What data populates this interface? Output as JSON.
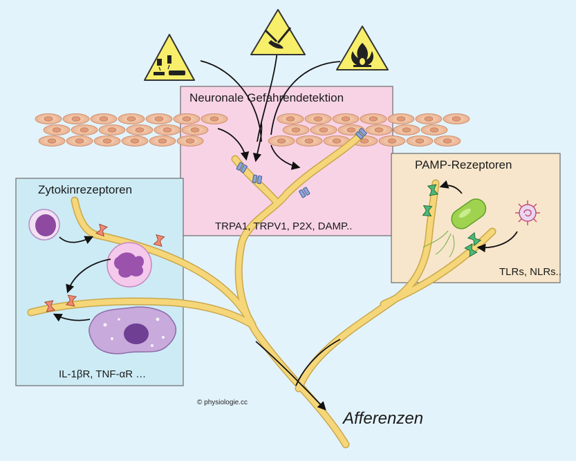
{
  "sections": {
    "neural": {
      "title": "Neuronale Gefahrendetektion",
      "receptors": "TRPA1, TRPV1, P2X, DAMP.."
    },
    "cytokine": {
      "title": "Zytokinrezeptoren",
      "receptors": "IL-1βR, TNF-αR …"
    },
    "pamp": {
      "title": "PAMP-Rezeptoren",
      "receptors": "TLRs, NLRs.."
    }
  },
  "hazard_icons": [
    "corrosive-icon",
    "cut-hazard-icon",
    "flame-icon"
  ],
  "output_label": "Afferenzen",
  "credit": "© physiologie.cc",
  "colors": {
    "background": "#e3f3fb",
    "neural_box": "#f8d3e6",
    "cytokine_box": "#cdebf5",
    "pamp_box": "#f7e6cb",
    "nerve": "#f5d77a",
    "hazard": "#f7ee6a",
    "ion_channel": "#8ea6d8",
    "cytokine_receptor": "#f08a74",
    "pamp_receptor": "#4fb878"
  }
}
